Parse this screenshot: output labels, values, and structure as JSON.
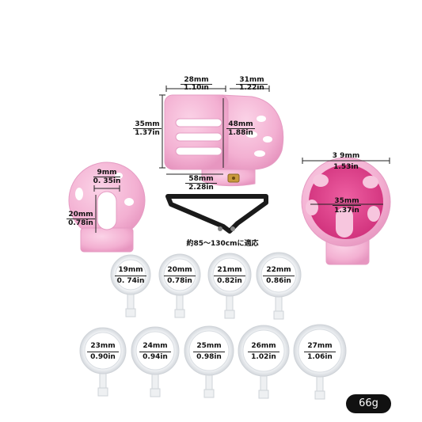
{
  "cage_main": {
    "length_mm": "28mm",
    "length_in": "1.10in",
    "cap_mm": "31mm",
    "cap_in": "1.22in",
    "height_mm": "35mm",
    "height_in": "1.37in",
    "inner_mm": "48mm",
    "inner_in": "1.88in",
    "total_mm": "58mm",
    "total_in": "2.28in"
  },
  "cage_front": {
    "hole_width_mm": "9mm",
    "hole_width_in": "0. 35in",
    "hole_height_mm": "20mm",
    "hole_height_in": "0.78in"
  },
  "cage_back": {
    "outer_mm": "3 9mm",
    "outer_in": "1.53in",
    "inner_mm": "35mm",
    "inner_in": "1.37in"
  },
  "strap": {
    "caption": "約85～130cmに適応"
  },
  "rings": [
    {
      "mm": "19mm",
      "in": "0. 74in"
    },
    {
      "mm": "20mm",
      "in": "0.78in"
    },
    {
      "mm": "21mm",
      "in": "0.82in"
    },
    {
      "mm": "22mm",
      "in": "0.86in"
    },
    {
      "mm": "23mm",
      "in": "0.90in"
    },
    {
      "mm": "24mm",
      "in": "0.94in"
    },
    {
      "mm": "25mm",
      "in": "0.98in"
    },
    {
      "mm": "26mm",
      "in": "1.02in"
    },
    {
      "mm": "27mm",
      "in": "1.06in"
    }
  ],
  "weight": "66g",
  "colors": {
    "pink": "#f4b6d6",
    "pink_dark": "#e592bd",
    "pink_deep": "#e0468f",
    "ring": "#eef0f2",
    "ring_edge": "#cfd3d8",
    "strap": "#1a1a1a"
  }
}
